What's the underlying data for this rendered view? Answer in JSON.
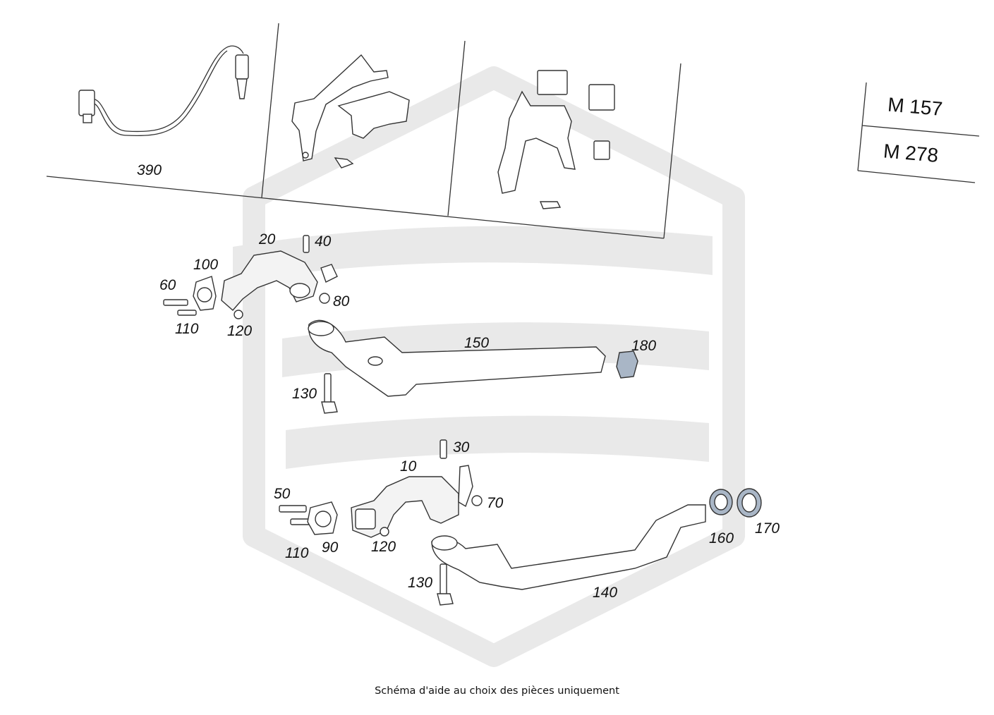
{
  "engine_codes": [
    "M 157",
    "M 278"
  ],
  "callouts": {
    "c390": "390",
    "c20": "20",
    "c40": "40",
    "c100": "100",
    "c60": "60",
    "c80": "80",
    "c110a": "110",
    "c120a": "120",
    "c150": "150",
    "c180": "180",
    "c130a": "130",
    "c30": "30",
    "c10": "10",
    "c50": "50",
    "c70": "70",
    "c110b": "110",
    "c90": "90",
    "c120b": "120",
    "c130b": "130",
    "c140": "140",
    "c160": "160",
    "c170": "170"
  },
  "caption": "Schéma d'aide au choix des pièces uniquement",
  "colors": {
    "ink": "#333333",
    "watermark": "#e9e9e9",
    "clamp": "#a9b6c6"
  }
}
